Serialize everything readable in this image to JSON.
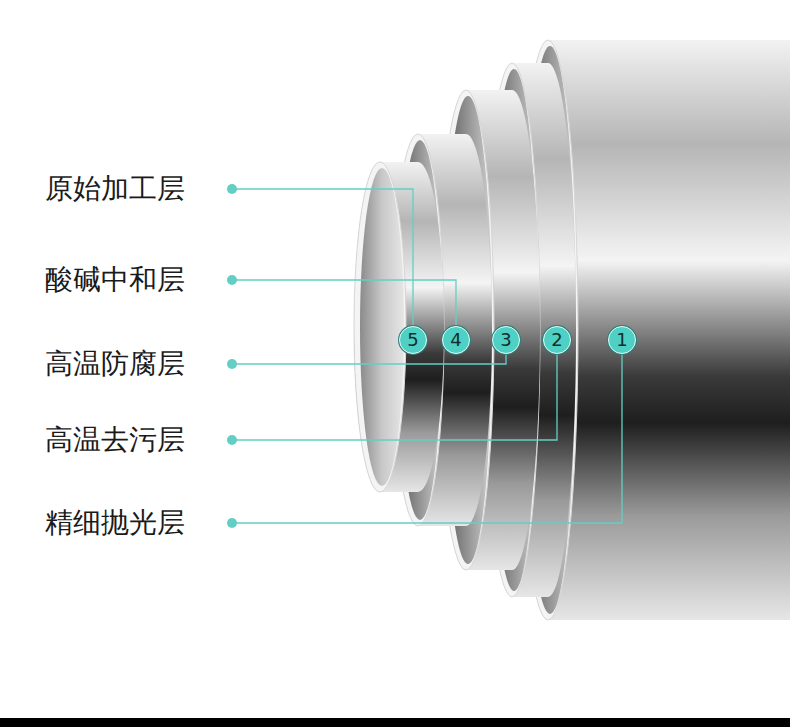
{
  "diagram": {
    "nodes": [
      {
        "text": [
          "5"
        ]
      },
      {
        "text": [
          "4"
        ]
      },
      {
        "text": [
          "3"
        ]
      },
      {
        "text": [
          "2"
        ]
      },
      {
        "text": [
          "1"
        ]
      }
    ],
    "labels": [
      "原始加工层",
      "酸碱中和层",
      "高温防腐层",
      "高温去污层",
      "精细抛光层"
    ]
  }
}
